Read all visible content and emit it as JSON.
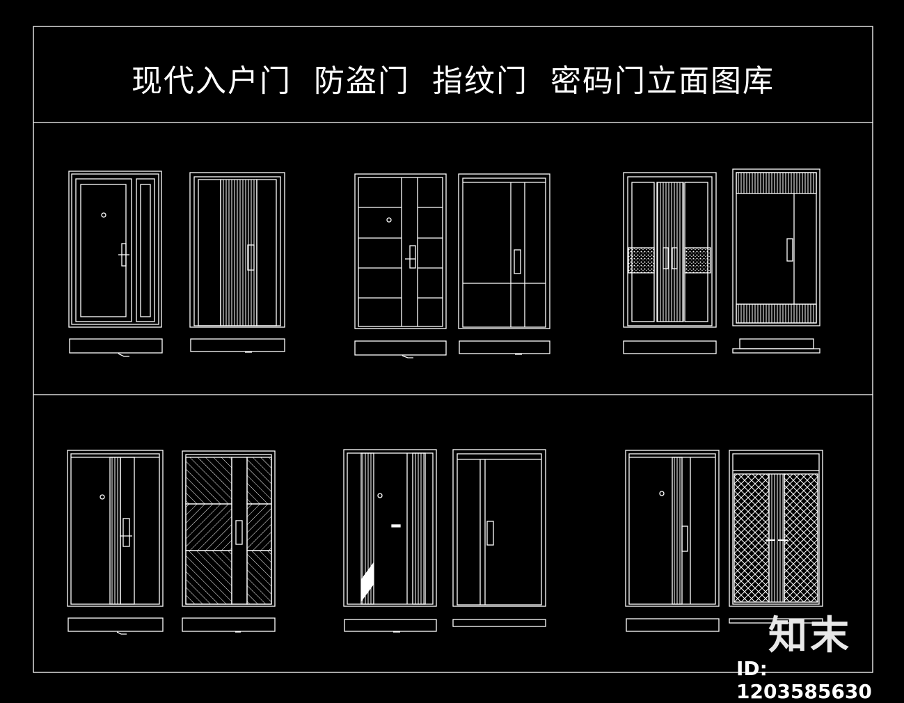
{
  "title": "现代入户门  防盗门  指纹门  密码门立面图库",
  "brand": "知末",
  "id_label": "ID: 1203585630",
  "colors": {
    "background": "#000000",
    "line": "#ffffff"
  }
}
